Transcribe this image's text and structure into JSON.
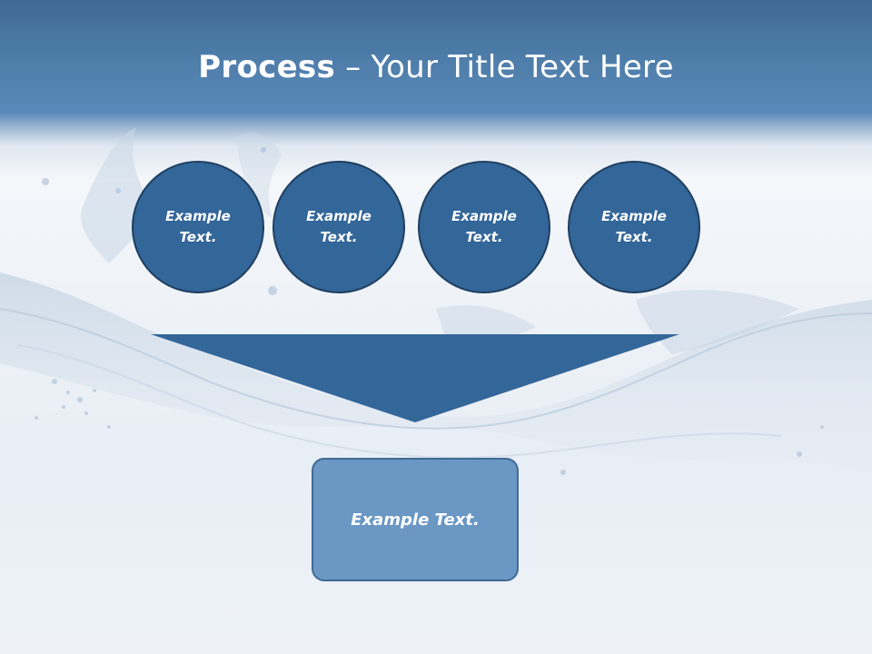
{
  "slide": {
    "title_bold": "Process",
    "title_rest": " – Your Title Text Here",
    "circles": [
      {
        "label": "Example Text."
      },
      {
        "label": "Example Text."
      },
      {
        "label": "Example Text."
      },
      {
        "label": "Example Text."
      }
    ],
    "result_label": "Example Text."
  },
  "colors": {
    "header_blue": "#4f7eab",
    "shape_blue": "#336699",
    "box_blue": "#6a97c4",
    "outline_dark": "#1f3f60"
  }
}
